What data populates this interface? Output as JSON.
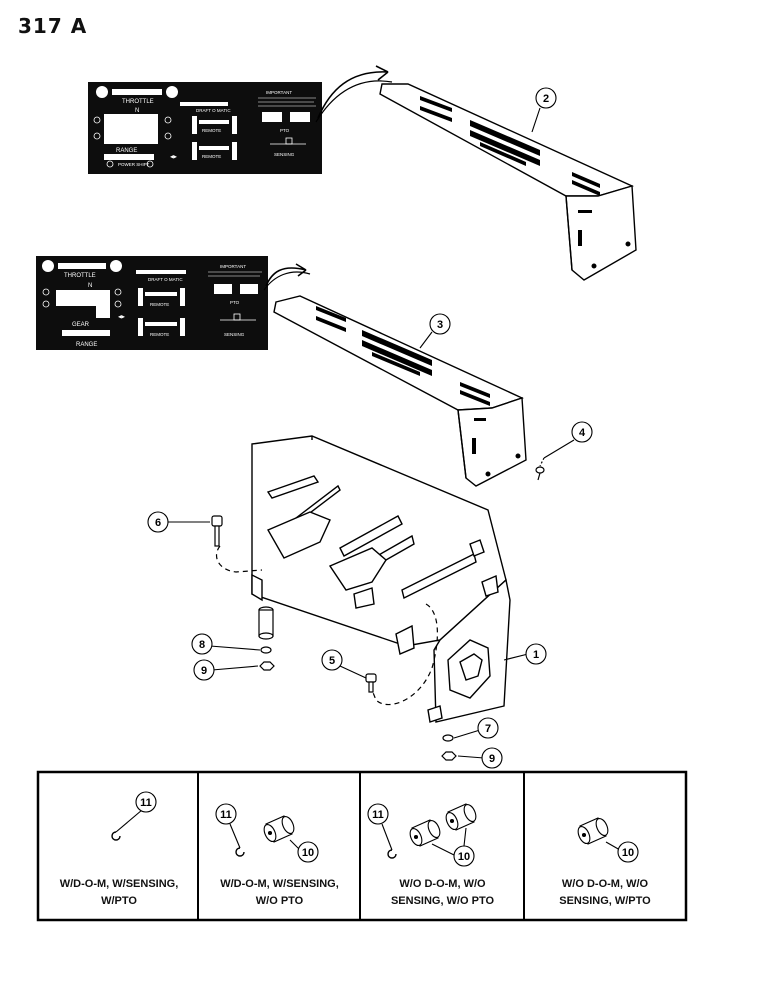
{
  "page": {
    "number": "317 A"
  },
  "decal_upper": {
    "throttle": "THROTTLE",
    "neutral": "N",
    "range": "RANGE",
    "power_shift": "POWER\nSHIFT",
    "draft_o_matic": "DRAFT O MATIC",
    "remote_a": "REMOTE",
    "remote_b": "REMOTE",
    "important": "IMPORTANT",
    "pto": "PTO",
    "sensing": "SENSING"
  },
  "decal_lower": {
    "throttle": "THROTTLE",
    "neutral": "N",
    "gear": "GEAR",
    "range": "RANGE",
    "draft_o_matic": "DRAFT O MATIC",
    "remote_a": "REMOTE",
    "remote_b": "REMOTE",
    "important": "IMPORTANT",
    "pto": "PTO",
    "sensing": "SENSING"
  },
  "callouts": {
    "c1": "1",
    "c2": "2",
    "c3": "3",
    "c4": "4",
    "c5": "5",
    "c6": "6",
    "c7": "7",
    "c8": "8",
    "c9a": "9",
    "c9b": "9",
    "c10a": "10",
    "c10b": "10",
    "c10c": "10",
    "c11a": "11",
    "c11b": "11",
    "c11c": "11"
  },
  "variants": [
    {
      "line1": "W/D-O-M, W/SENSING,",
      "line2": "W/PTO"
    },
    {
      "line1": "W/D-O-M, W/SENSING,",
      "line2": "W/O PTO"
    },
    {
      "line1": "W/O D-O-M, W/O",
      "line2": "SENSING, W/O PTO"
    },
    {
      "line1": "W/O D-O-M, W/O",
      "line2": "SENSING, W/PTO"
    }
  ]
}
